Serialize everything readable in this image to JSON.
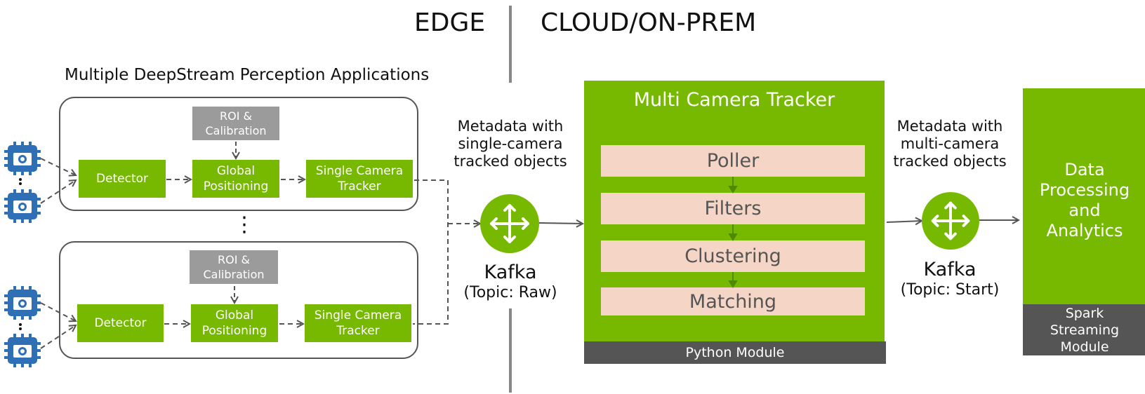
{
  "header": {
    "edge_label": "EDGE",
    "cloud_label": "CLOUD/ON-PREM"
  },
  "perception": {
    "title": "Multiple DeepStream Perception Applications",
    "ellipsis": "⋮",
    "groups": [
      {
        "roi": "ROI &\nCalibration",
        "detector": "Detector",
        "global": "Global\nPositioning",
        "tracker": "Single Camera\nTracker"
      },
      {
        "roi": "ROI &\nCalibration",
        "detector": "Detector",
        "global": "Global\nPositioning",
        "tracker": "Single Camera\nTracker"
      }
    ]
  },
  "kafka_raw": {
    "metadata": "Metadata with\nsingle-camera\ntracked objects",
    "name": "Kafka",
    "topic": "(Topic: Raw)"
  },
  "mct": {
    "title": "Multi Camera Tracker",
    "stages": [
      "Poller",
      "Filters",
      "Clustering",
      "Matching"
    ],
    "footer": "Python Module"
  },
  "kafka_start": {
    "metadata": "Metadata with\nmulti-camera\ntracked objects",
    "name": "Kafka",
    "topic": "(Topic: Start)"
  },
  "analytics": {
    "title": "Data\nProcessing\nand\nAnalytics",
    "footer": "Spark\nStreaming\nModule"
  },
  "colors": {
    "green": "#76b900",
    "gray": "#9b9b9b",
    "dark": "#555555",
    "pink": "#f5d5c5",
    "camera_blue": "#2f6fb6"
  },
  "icons": {
    "camera": "camera-chip-icon",
    "kafka": "kafka-hub-icon"
  }
}
